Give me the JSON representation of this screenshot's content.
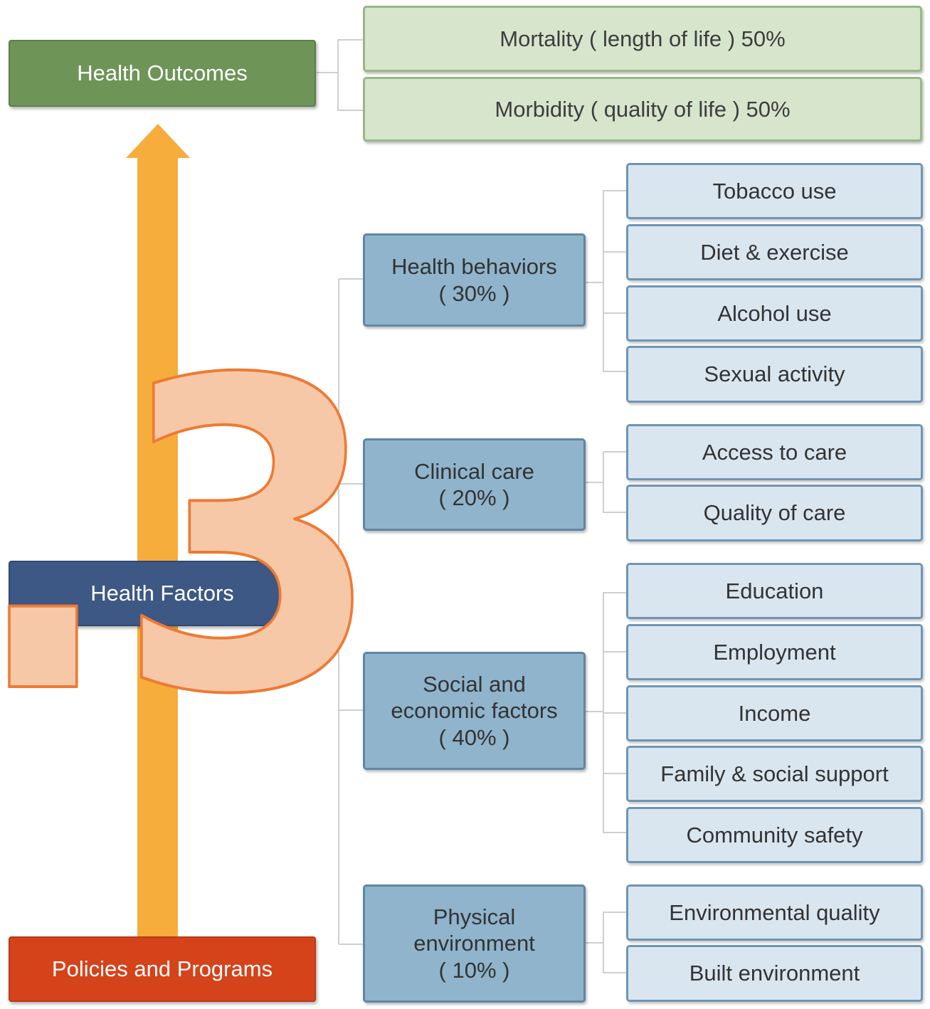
{
  "health_outcomes": {
    "label": "Health Outcomes",
    "items": [
      "Mortality ( length of life ) 50%",
      "Morbidity ( quality of life ) 50%"
    ]
  },
  "health_factors": {
    "label": "Health Factors",
    "categories": [
      {
        "name_lines": [
          "Health behaviors",
          "( 30% )"
        ],
        "items": [
          "Tobacco use",
          "Diet & exercise",
          "Alcohol use",
          "Sexual activity"
        ]
      },
      {
        "name_lines": [
          "Clinical care",
          "( 20% )"
        ],
        "items": [
          "Access to care",
          "Quality of care"
        ]
      },
      {
        "name_lines": [
          "Social and",
          "economic factors",
          "( 40% )"
        ],
        "items": [
          "Education",
          "Employment",
          "Income",
          "Family & social support",
          "Community safety"
        ]
      },
      {
        "name_lines": [
          "Physical",
          "environment",
          "( 10% )"
        ],
        "items": [
          "Environmental quality",
          "Built environment"
        ]
      }
    ]
  },
  "policies_programs": {
    "label": "Policies and Programs"
  },
  "overlay_mark": {
    "text": ".3"
  },
  "colors": {
    "outcomes": "#6e9458",
    "factors": "#3d5884",
    "policies": "#d5431b",
    "arrow": "#f6ad3c",
    "overlay_fill": "#f7c8a8",
    "overlay_stroke": "#ee7a33"
  }
}
